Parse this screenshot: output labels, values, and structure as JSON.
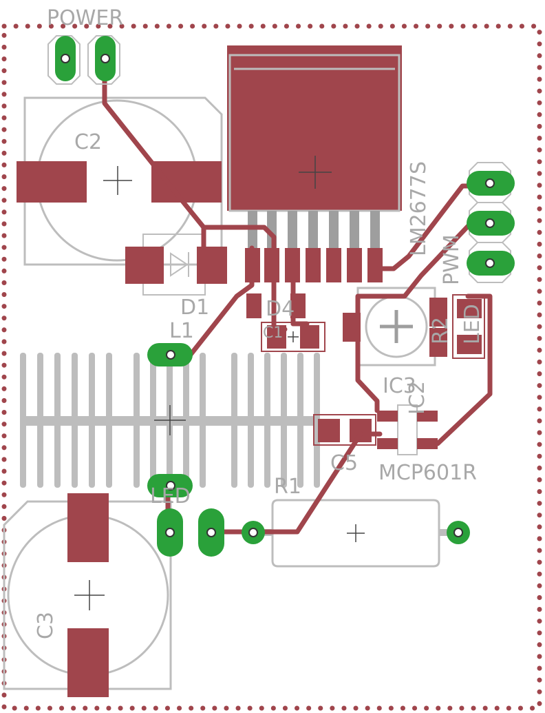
{
  "labels": {
    "power": "POWER",
    "c2": "C2",
    "lm": "LM2677S",
    "pwm": "PWM",
    "d1": "D1",
    "d4": "D4",
    "c1": "C1",
    "l1": "L1",
    "r2": "R2",
    "led_small": "LED",
    "ic3": "IC3",
    "ic2": "IC2",
    "c5": "C5",
    "mcp": "MCP601R",
    "r1": "R1",
    "led": "LED",
    "c3": "C3"
  },
  "colors": {
    "copper": "#a0454c",
    "silkscreen": "#bdbdbd",
    "via": "#2aa13a"
  }
}
